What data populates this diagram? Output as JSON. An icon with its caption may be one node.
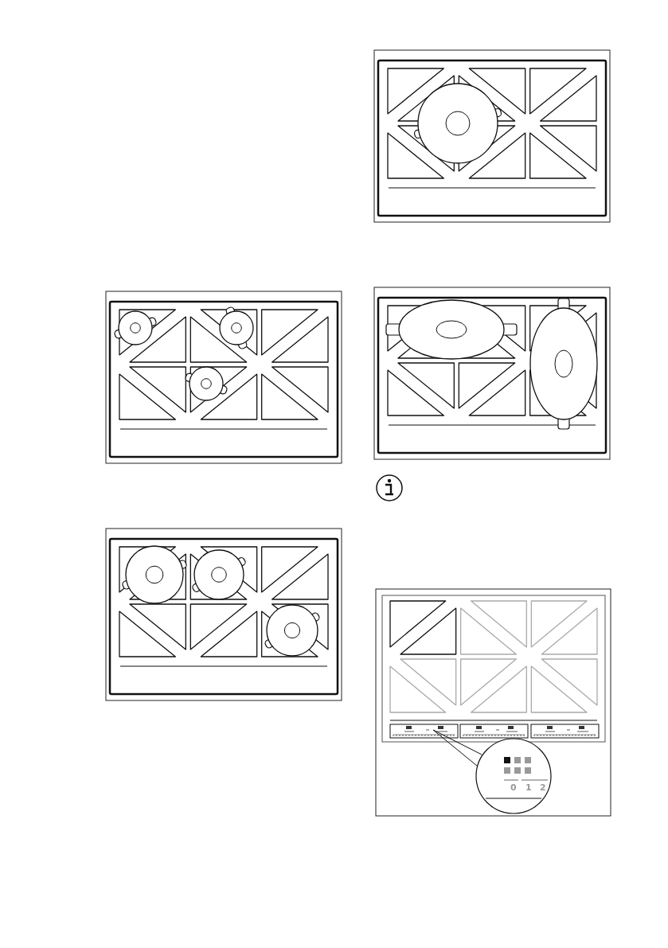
{
  "diagram": {
    "labels": [
      "0",
      "1",
      "2"
    ]
  }
}
